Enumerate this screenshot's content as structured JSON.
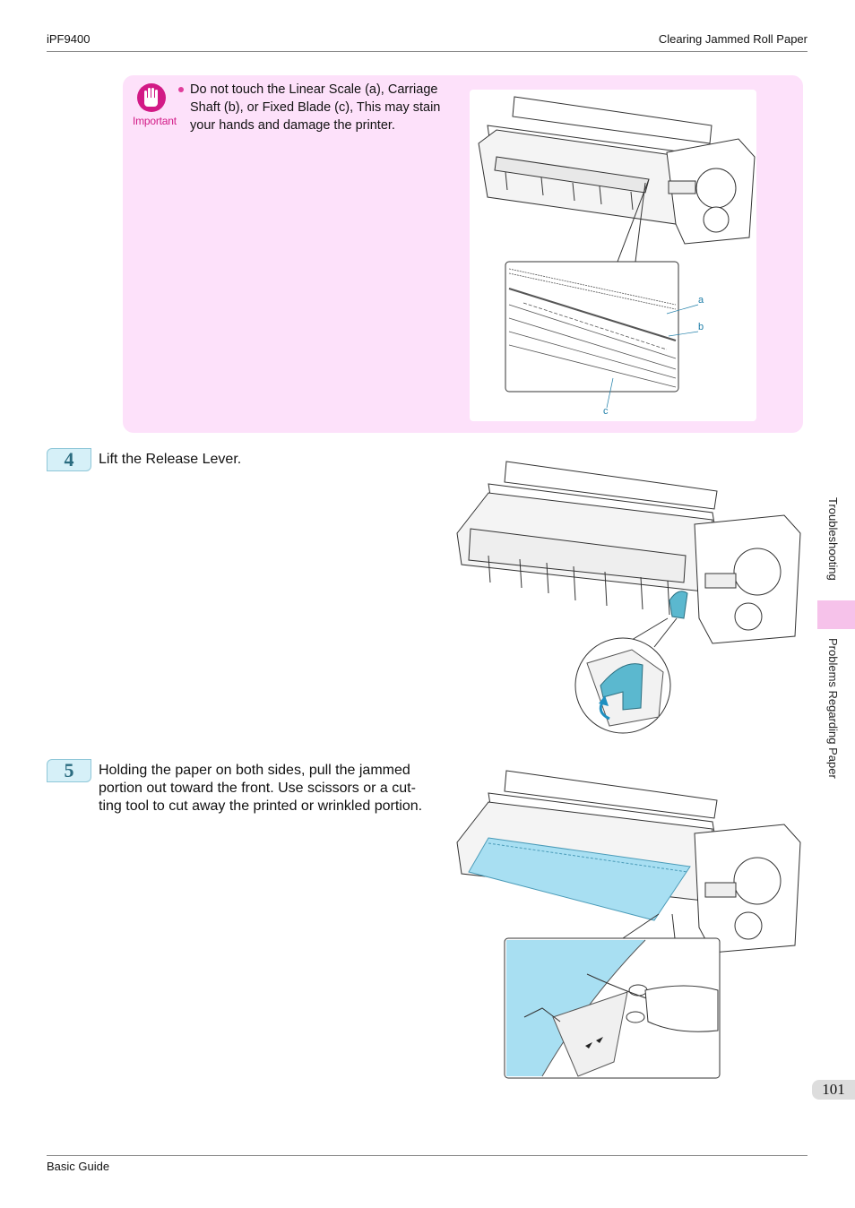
{
  "header": {
    "model": "iPF9400",
    "section": "Clearing Jammed Roll Paper"
  },
  "important": {
    "label": "Important",
    "text": "Do not touch the Linear Scale (a), Carriage Shaft (b), or Fixed Blade (c), This may stain your hands and damage the printer.",
    "callouts": {
      "a": "a",
      "b": "b",
      "c": "c"
    }
  },
  "steps": [
    {
      "number": "4",
      "text": "Lift the Release Lever."
    },
    {
      "number": "5",
      "text": "Holding the paper on both sides, pull the jammed portion out toward the front. Use scissors or a cut-ting tool to cut away the printed or wrinkled portion."
    }
  ],
  "sidebar": {
    "chapter": "Troubleshooting",
    "section": "Problems Regarding Paper"
  },
  "page_number": "101",
  "footer": {
    "guide": "Basic Guide"
  },
  "colors": {
    "important_bg": "#fde1fa",
    "important_label": "#d21a86",
    "step_badge_bg": "#d6f0f8",
    "paper_blue": "#a8dff2",
    "lever_teal": "#5bb8cf"
  }
}
